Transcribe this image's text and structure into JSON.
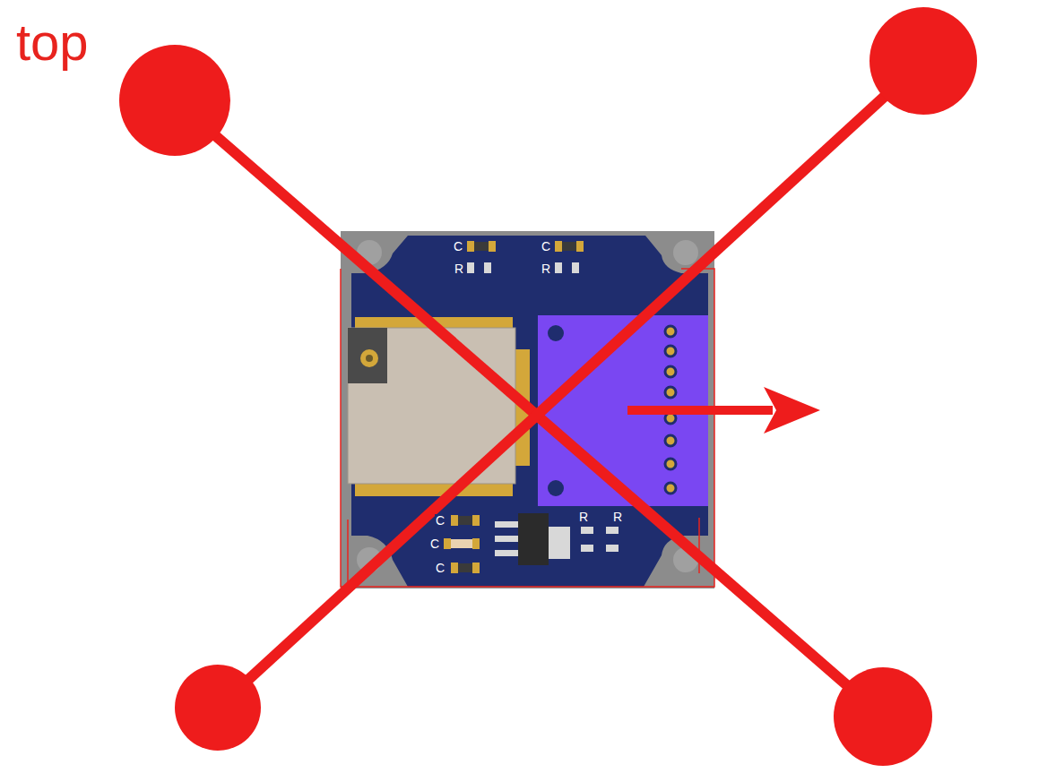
{
  "diagram": {
    "labels": [
      "top",
      "C",
      "C",
      "R",
      "R",
      "C",
      "R",
      "R",
      "C",
      "C"
    ]
  }
}
